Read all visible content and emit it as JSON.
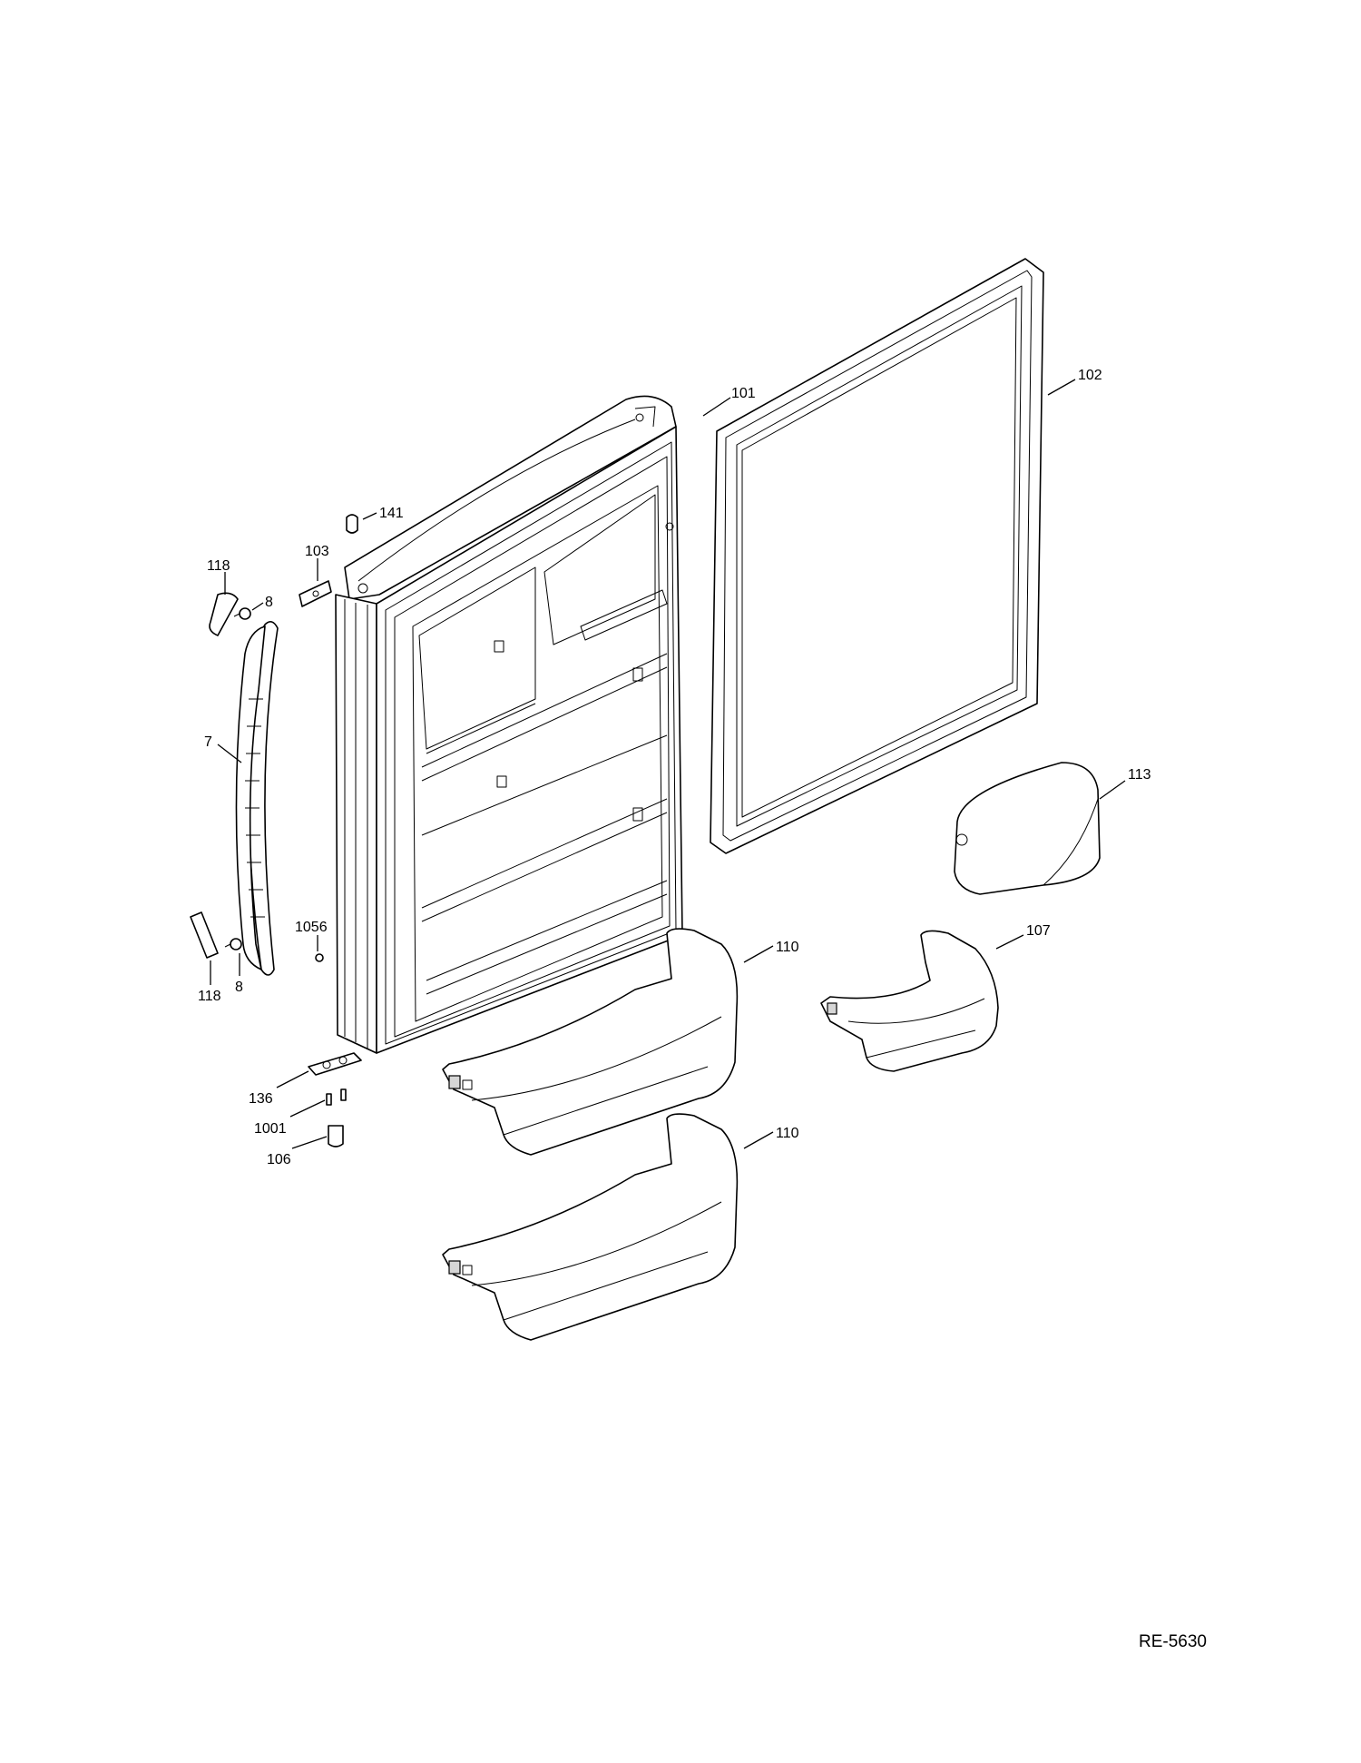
{
  "diagram": {
    "reference": "RE-5630",
    "callouts": {
      "door": "101",
      "gasket": "102",
      "hinge_shim": "103",
      "cap_141": "141",
      "handle": "7",
      "screw_top": "8",
      "screw_bottom": "8",
      "cap_top": "118",
      "cap_bottom": "118",
      "screw_1056": "1056",
      "bucket": "113",
      "bin_upper": "110",
      "bin_lower": "110",
      "bin_small": "107",
      "hinge_plate": "136",
      "screws_1001": "1001",
      "pin_106": "106"
    }
  }
}
